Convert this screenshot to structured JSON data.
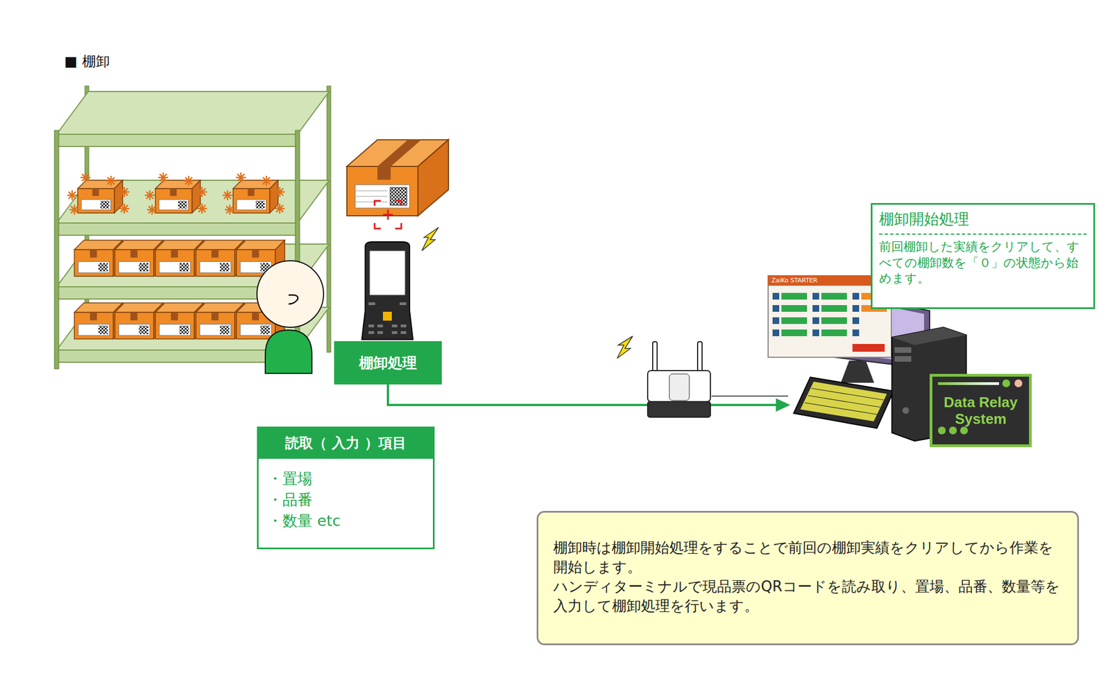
{
  "diagram": {
    "title": "■ 棚卸",
    "nodes": [
      {
        "text": [
          "棚卸処理"
        ]
      },
      {
        "text": [
          "読取（ 入力 ）項目",
          "・置場",
          "・品番",
          "・数量 etc"
        ]
      },
      {
        "text": [
          "棚卸開始処理",
          "前回棚卸した実績をクリアして、すべての棚卸数を「０」の状態から始めます。"
        ]
      },
      {
        "text": [
          "Data Relay System"
        ]
      },
      {
        "text": [
          "棚卸時は棚卸開始処理をすることで前回の棚卸実績をクリアしてから作業を開始します。",
          "ハンディターミナルで現品票のQRコードを読み取り、置場、品番、数量等を入力して棚卸処理を行います。"
        ]
      }
    ],
    "labels": [
      "ZaiKo STARTER"
    ]
  }
}
